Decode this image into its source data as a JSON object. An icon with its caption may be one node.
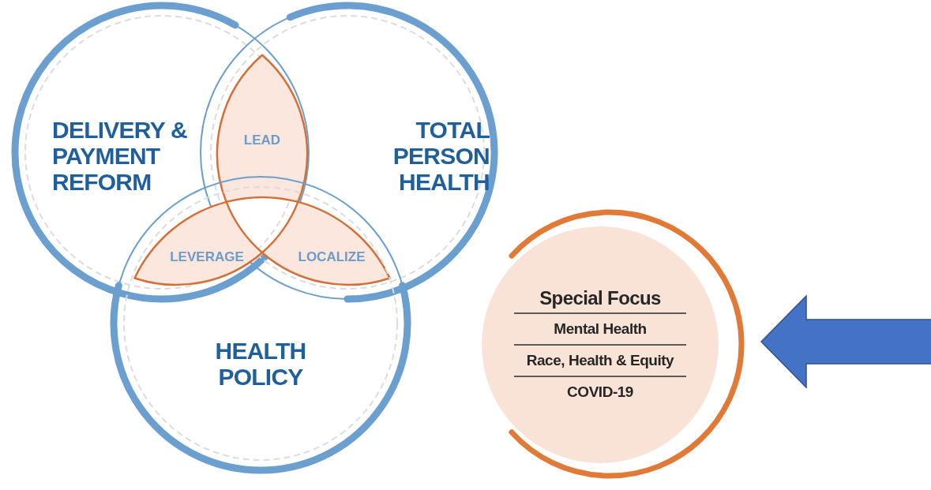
{
  "diagram": {
    "nodes": [
      {
        "text": [
          "DELIVERY & PAYMENT REFORM"
        ]
      },
      {
        "text": [
          "LEAD"
        ]
      },
      {
        "text": [
          "TOTAL PERSON HEALTH"
        ]
      },
      {
        "text": [
          "LEVERAGE"
        ]
      },
      {
        "text": [
          "LOCALIZE"
        ]
      },
      {
        "text": [
          "HEALTH POLICY"
        ]
      },
      {
        "text": [
          "Special Focus",
          "Mental Health",
          "Race, Health & Equity",
          "COVID-19"
        ]
      }
    ],
    "edges": [
      {
        "from": null,
        "to": 6,
        "arrow": "to"
      }
    ]
  }
}
